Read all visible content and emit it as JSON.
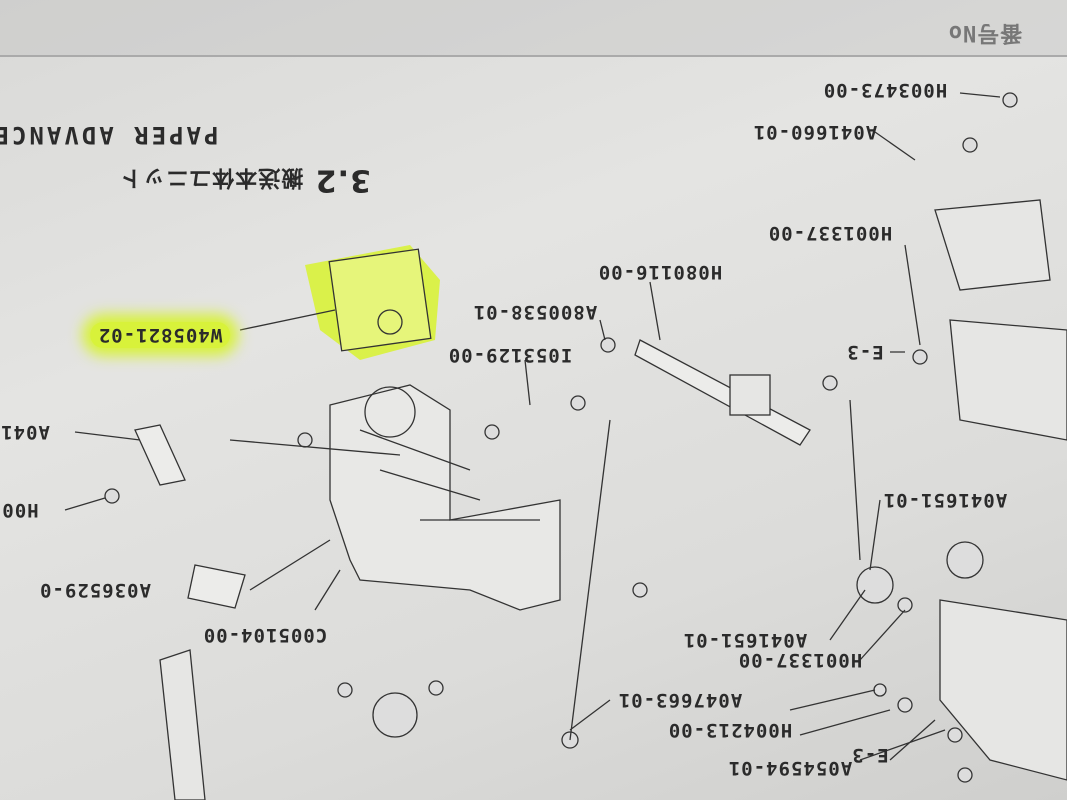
{
  "header": {
    "cell_label": "番号No"
  },
  "section": {
    "number": "3.2",
    "title_jp": "搬送本体ユニット",
    "title_en": "PAPER ADVANCE"
  },
  "parts": {
    "p1": "H003473-00",
    "p2": "A041660-01",
    "p3": "H001337-00",
    "p4": "H080116-00",
    "p5": "A800538-01",
    "p6": "W405821-02",
    "p7": "I053129-00",
    "p8": "E-3",
    "p9": "A041",
    "p10": "H00",
    "p11": "A041651-01",
    "p12": "A036529-0",
    "p13": "C005104-00",
    "p14": "A041651-01",
    "p15": "H001337-00",
    "p16": "A047663-01",
    "p17": "H004213-00",
    "p18": "E-3",
    "p19": "A054594-01"
  },
  "colors": {
    "highlight": "#d8f23a",
    "paper": "#e0e0de",
    "ink": "#2b2b2b"
  }
}
